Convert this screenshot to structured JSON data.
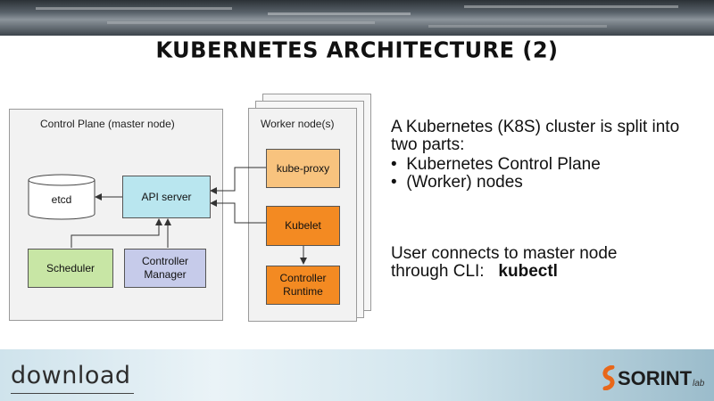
{
  "title": "KUBERNETES ARCHITECTURE (2)",
  "diagram": {
    "control_plane_label": "Control Plane (master node)",
    "worker_label": "Worker node(s)",
    "etcd": "etcd",
    "api_server": "API server",
    "scheduler": "Scheduler",
    "controller_manager": [
      "Controller",
      "Manager"
    ],
    "kube_proxy": "kube-proxy",
    "kubelet": "Kubelet",
    "controller_runtime": [
      "Controller",
      "Runtime"
    ]
  },
  "notes": {
    "intro": "A Kubernetes (K8S) cluster is split into two parts:",
    "bullets": [
      "Kubernetes Control Plane",
      "(Worker) nodes"
    ],
    "connect_line1": "User connects to master node",
    "connect_line2_prefix": "through CLI:",
    "connect_cmd": "kubectl"
  },
  "footer": {
    "left_brand": "download",
    "right_brand": "SORINT",
    "right_brand_sub": "lab"
  },
  "colors": {
    "api_server": "#b9e6ef",
    "scheduler": "#c8e6a5",
    "controller_manager": "#c6cbea",
    "kube_proxy": "#f8c37e",
    "kubelet": "#f38a22",
    "controller_runtime": "#f38a22",
    "sorint_logo": "#e8671a"
  }
}
